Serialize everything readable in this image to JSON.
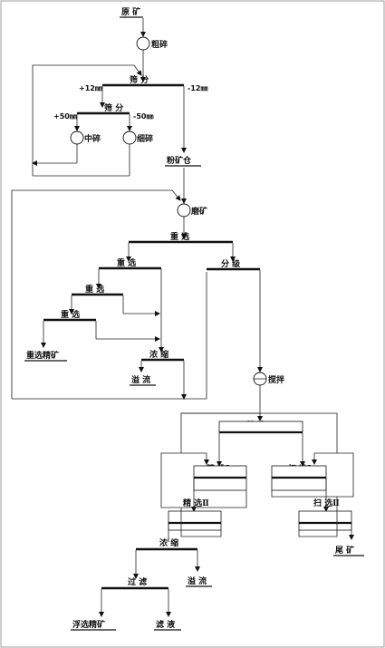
{
  "diagram": {
    "nodes": {
      "raw_ore": "原 矿",
      "coarse_crush": "粗碎",
      "screen1": "筛 分",
      "plus12": "+12㎜",
      "minus12": "-12㎜",
      "screen2": "筛 分",
      "plus50": "+50㎜",
      "minus50": "-50㎜",
      "medium_crush": "中碎",
      "fine_crush": "细碎",
      "fine_bin": "粉矿仓",
      "grinding": "磨矿",
      "gravity1": "重 选",
      "gravity2": "重 选",
      "gravity3": "重 选",
      "gravity4": "重 选",
      "classify": "分 级",
      "gravity_conc": "重选精矿",
      "thicken1": "浓 缩",
      "overflow1": "溢 流",
      "agitate": "搅拌",
      "rougher": "粗 选",
      "cleaner1": "精 选Ⅰ",
      "scav1": "扫 选Ⅰ",
      "cleaner2": "精 选Ⅱ",
      "scav2": "扫 选Ⅱ",
      "tailings": "尾 矿",
      "thicken2": "浓 缩",
      "filter": "过 滤",
      "overflow2": "溢 流",
      "flot_conc": "浮选精矿",
      "filtrate": "滤 液"
    }
  }
}
